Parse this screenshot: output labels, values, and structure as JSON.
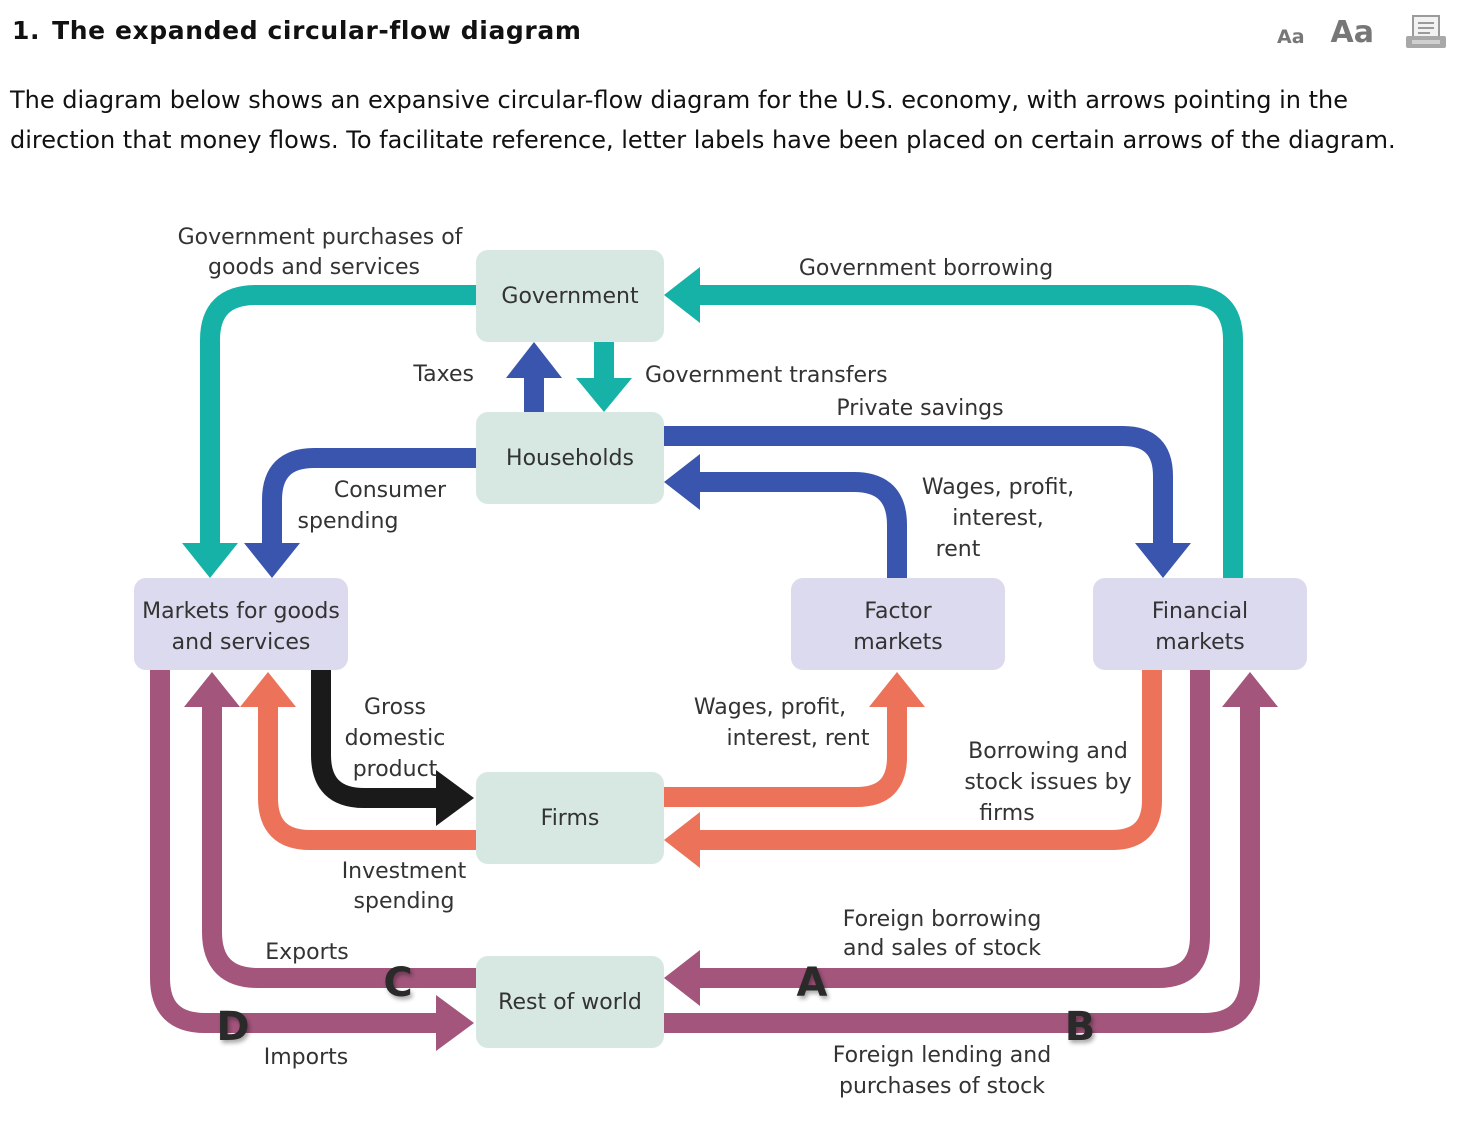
{
  "header": {
    "question_number": "1.",
    "title": "The expanded circular-flow diagram",
    "font_small_label": "Aa",
    "font_large_label": "Aa",
    "print_icon": "printer-icon"
  },
  "intro_text": "The diagram below shows an expansive circular-flow diagram for the U.S. economy, with arrows pointing in the direction that money flows. To facilitate reference, letter labels have been placed on certain arrows of the diagram.",
  "colors": {
    "teal": "#16b2a8",
    "blue": "#3a55ae",
    "salmon": "#ec7259",
    "plum": "#a3557c",
    "black": "#1a1a1a",
    "green_box": "#d7e7e2",
    "lavender_box": "#dcdaee"
  },
  "diagram": {
    "nodes": {
      "government": "Government",
      "households": "Households",
      "markets_goods": [
        "Markets for goods",
        "and services"
      ],
      "factor_markets": [
        "Factor",
        "markets"
      ],
      "financial_markets": [
        "Financial",
        "markets"
      ],
      "firms": "Firms",
      "rest_of_world": "Rest of world"
    },
    "flows": {
      "gov_purchases": [
        "Government purchases of",
        "goods and services"
      ],
      "gov_borrowing": "Government borrowing",
      "taxes": "Taxes",
      "gov_transfers": "Government transfers",
      "private_savings": "Private savings",
      "consumer_spending": [
        "Consumer",
        "spending"
      ],
      "wages_households": [
        "Wages, profit,",
        "interest,",
        "rent"
      ],
      "gdp": [
        "Gross",
        "domestic",
        "product"
      ],
      "wages_firms": [
        "Wages, profit,",
        "interest, rent"
      ],
      "borrowing_stock": [
        "Borrowing and",
        "stock issues by",
        "firms"
      ],
      "investment": [
        "Investment",
        "spending"
      ],
      "foreign_borrowing": [
        "Foreign borrowing",
        "and sales of stock"
      ],
      "exports": "Exports",
      "imports": "Imports",
      "foreign_lending": [
        "Foreign lending and",
        "purchases of stock"
      ]
    },
    "letters": {
      "a": "A",
      "b": "B",
      "c": "C",
      "d": "D"
    }
  }
}
